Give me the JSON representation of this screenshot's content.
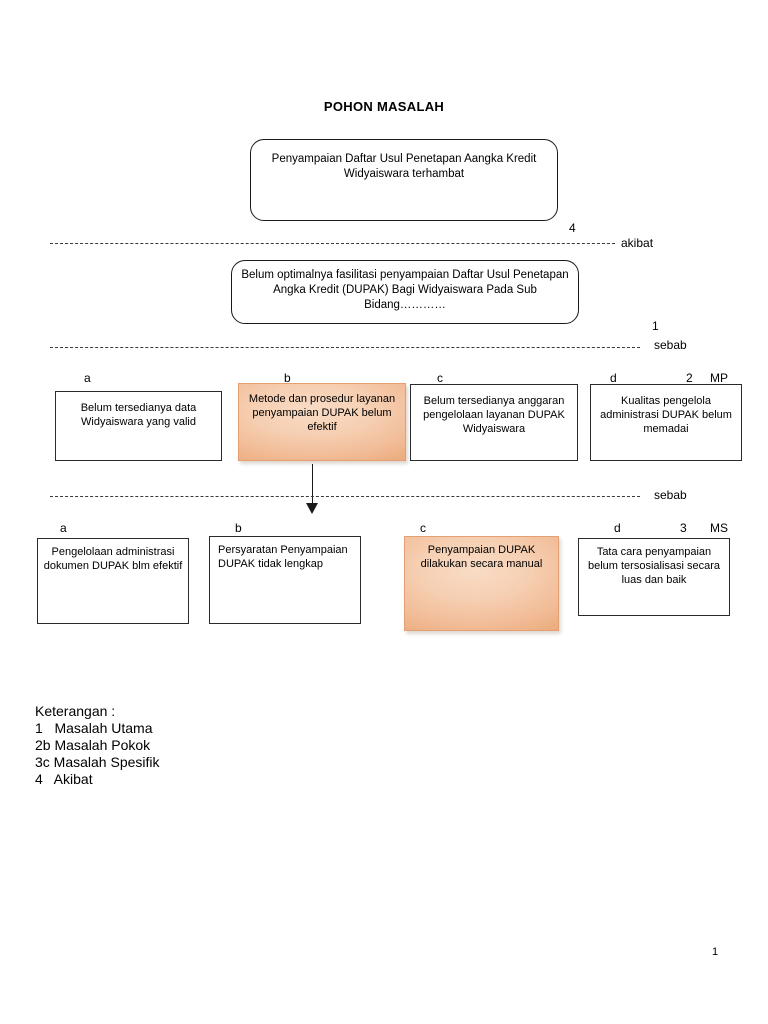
{
  "title": "POHON MASALAH",
  "effect_box": {
    "text": "Penyampaian Daftar Usul Penetapan Aangka Kredit Widyaiswara terhambat"
  },
  "main_problem_box": {
    "text": "Belum optimalnya fasilitasi penyampaian Daftar Usul Penetapan Angka Kredit (DUPAK) Bagi Widyaiswara Pada Sub Bidang…………"
  },
  "dividers": {
    "akibat": {
      "label": "akibat",
      "level_number": "4"
    },
    "sebab_1": {
      "label": "sebab",
      "level_number": "1"
    },
    "sebab_2": {
      "label": "sebab"
    }
  },
  "level2": {
    "code_number": "2",
    "code_suffix": "MP",
    "items": [
      {
        "letter": "a",
        "text": "Belum tersedianya data Widyaiswara yang valid",
        "highlight": false
      },
      {
        "letter": "b",
        "text": "Metode dan prosedur layanan penyampaian DUPAK belum efektif",
        "highlight": true
      },
      {
        "letter": "c",
        "text": "Belum tersedianya anggaran pengelolaan layanan DUPAK Widyaiswara",
        "highlight": false
      },
      {
        "letter": "d",
        "text": "Kualitas pengelola administrasi DUPAK belum memadai",
        "highlight": false
      }
    ]
  },
  "level3": {
    "code_number": "3",
    "code_suffix": "MS",
    "items": [
      {
        "letter": "a",
        "text": "Pengelolaan administrasi dokumen DUPAK blm efektif",
        "highlight": false
      },
      {
        "letter": "b",
        "text": "Persyaratan Penyampaian DUPAK tidak lengkap",
        "highlight": false
      },
      {
        "letter": "c",
        "text": "Penyampaian DUPAK dilakukan secara manual",
        "highlight": true
      },
      {
        "letter": "d",
        "text": "Tata cara penyampaian belum tersosialisasi secara luas dan baik",
        "highlight": false
      }
    ]
  },
  "legend": {
    "heading": "Keterangan :",
    "rows": [
      "1   Masalah Utama",
      "2b Masalah Pokok",
      "3c Masalah Spesifik",
      "4   Akibat"
    ]
  },
  "page_number": "1",
  "colors": {
    "highlight_fill": "#f2c0a0",
    "highlight_border": "#e3a173",
    "box_border": "#2b2b2b",
    "text": "#000000"
  }
}
